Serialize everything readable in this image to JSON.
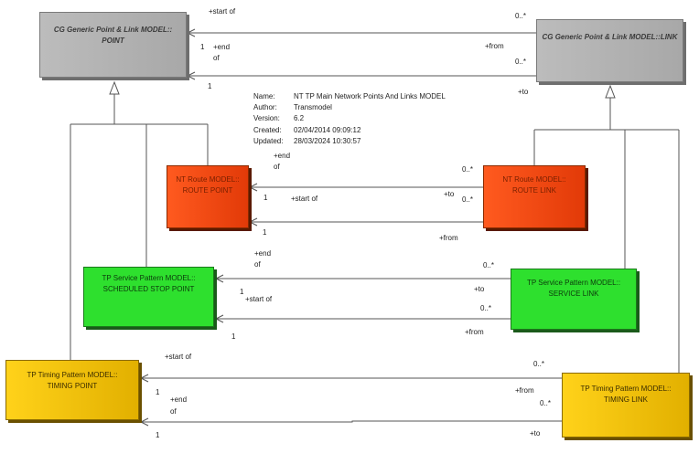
{
  "metadata": {
    "name_label": "Name:",
    "name": "NT TP Main Network Points And Links MODEL",
    "author_label": "Author:",
    "author": "Transmodel",
    "version_label": "Version:",
    "version": "6.2",
    "created_label": "Created:",
    "created": "02/04/2014 09:09:12",
    "updated_label": "Updated:",
    "updated": "28/03/2024 10:30:57"
  },
  "classes": {
    "cg_point": {
      "line1": "CG Generic Point & Link MODEL::",
      "line2": "POINT"
    },
    "cg_link": {
      "line1": "CG Generic Point & Link MODEL::LINK"
    },
    "route_point": {
      "line1": "NT Route MODEL::",
      "line2": "ROUTE POINT"
    },
    "route_link": {
      "line1": "NT Route MODEL::",
      "line2": "ROUTE LINK"
    },
    "stop_point": {
      "line1": "TP Service Pattern MODEL::",
      "line2": "SCHEDULED STOP POINT"
    },
    "service_link": {
      "line1": "TP Service Pattern MODEL::",
      "line2": "SERVICE LINK"
    },
    "timing_point": {
      "line1": "TP Timing Pattern MODEL::",
      "line2": "TIMING POINT"
    },
    "timing_link": {
      "line1": "TP Timing Pattern MODEL::",
      "line2": "TIMING LINK"
    }
  },
  "labels": {
    "start_of": "+start of",
    "end": "+end",
    "of": "of",
    "from": "+from",
    "to": "+to",
    "one": "1",
    "many": "0..*"
  }
}
